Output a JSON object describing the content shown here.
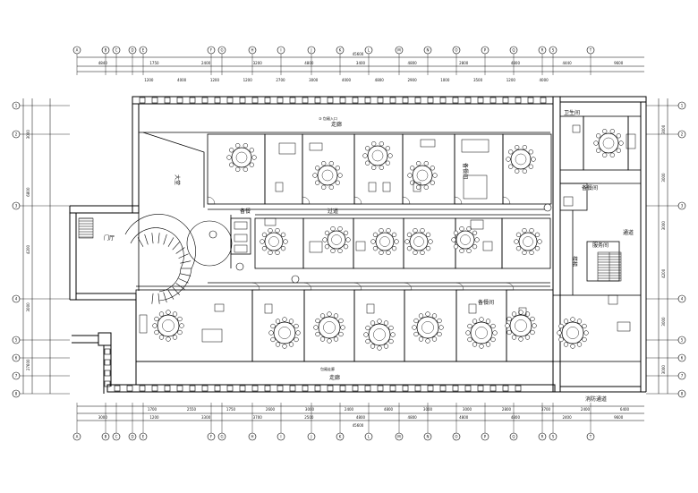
{
  "drawing": {
    "rooms": {
      "top_corridor": "走廊",
      "top_corridor_sub": "③ 包厢入口",
      "bottom_corridor": "走廊",
      "bottom_corridor_sub": "包厢走廊",
      "mid_corridor": "过道",
      "hall_left": "大堂",
      "lobby": "门厅",
      "stair_hall": "楼梯",
      "right_toilet": "卫生间",
      "right_store": "备餐间",
      "right_office": "服务间",
      "right_corridor": "通道",
      "mid_service": "备餐",
      "bottom_right_note": "消防通道",
      "box_pantry": "备餐间",
      "box_pantry2": "备餐间"
    },
    "grid_top": [
      "A",
      "B",
      "C",
      "D",
      "E",
      "F",
      "G",
      "H",
      "I",
      "J",
      "K",
      "L",
      "M",
      "N",
      "O",
      "P",
      "Q",
      "R",
      "S",
      "T"
    ],
    "grid_left": [
      "1",
      "2",
      "3",
      "4",
      "5",
      "6",
      "7",
      "8"
    ],
    "dims_top_row1": [
      "4840",
      "1750",
      "2400",
      "3200",
      "4800",
      "3400",
      "4800",
      "2800",
      "4800",
      "4440",
      "9600"
    ],
    "dims_top_row2": [
      "1200",
      "4000",
      "1200",
      "1200",
      "2700",
      "3000",
      "4000",
      "4800",
      "2900",
      "1000",
      "3500",
      "1200",
      "4000"
    ],
    "total_top": "45600",
    "dims_bottom_row1": [
      "1700",
      "2550",
      "1750",
      "2600",
      "3000",
      "2400",
      "4800",
      "3000",
      "3000",
      "2800",
      "3700",
      "2400",
      "6400"
    ],
    "dims_bottom_row2": [
      "3000",
      "1200",
      "3300",
      "3700",
      "2500",
      "4800",
      "4800",
      "4800",
      "4800",
      "2400",
      "9600"
    ],
    "total_bottom": "45600",
    "dims_left": [
      "3000",
      "6800",
      "4200",
      "3000",
      "27600"
    ],
    "dims_right": [
      "3000",
      "3000",
      "3000",
      "4200",
      "3000",
      "3000"
    ]
  }
}
